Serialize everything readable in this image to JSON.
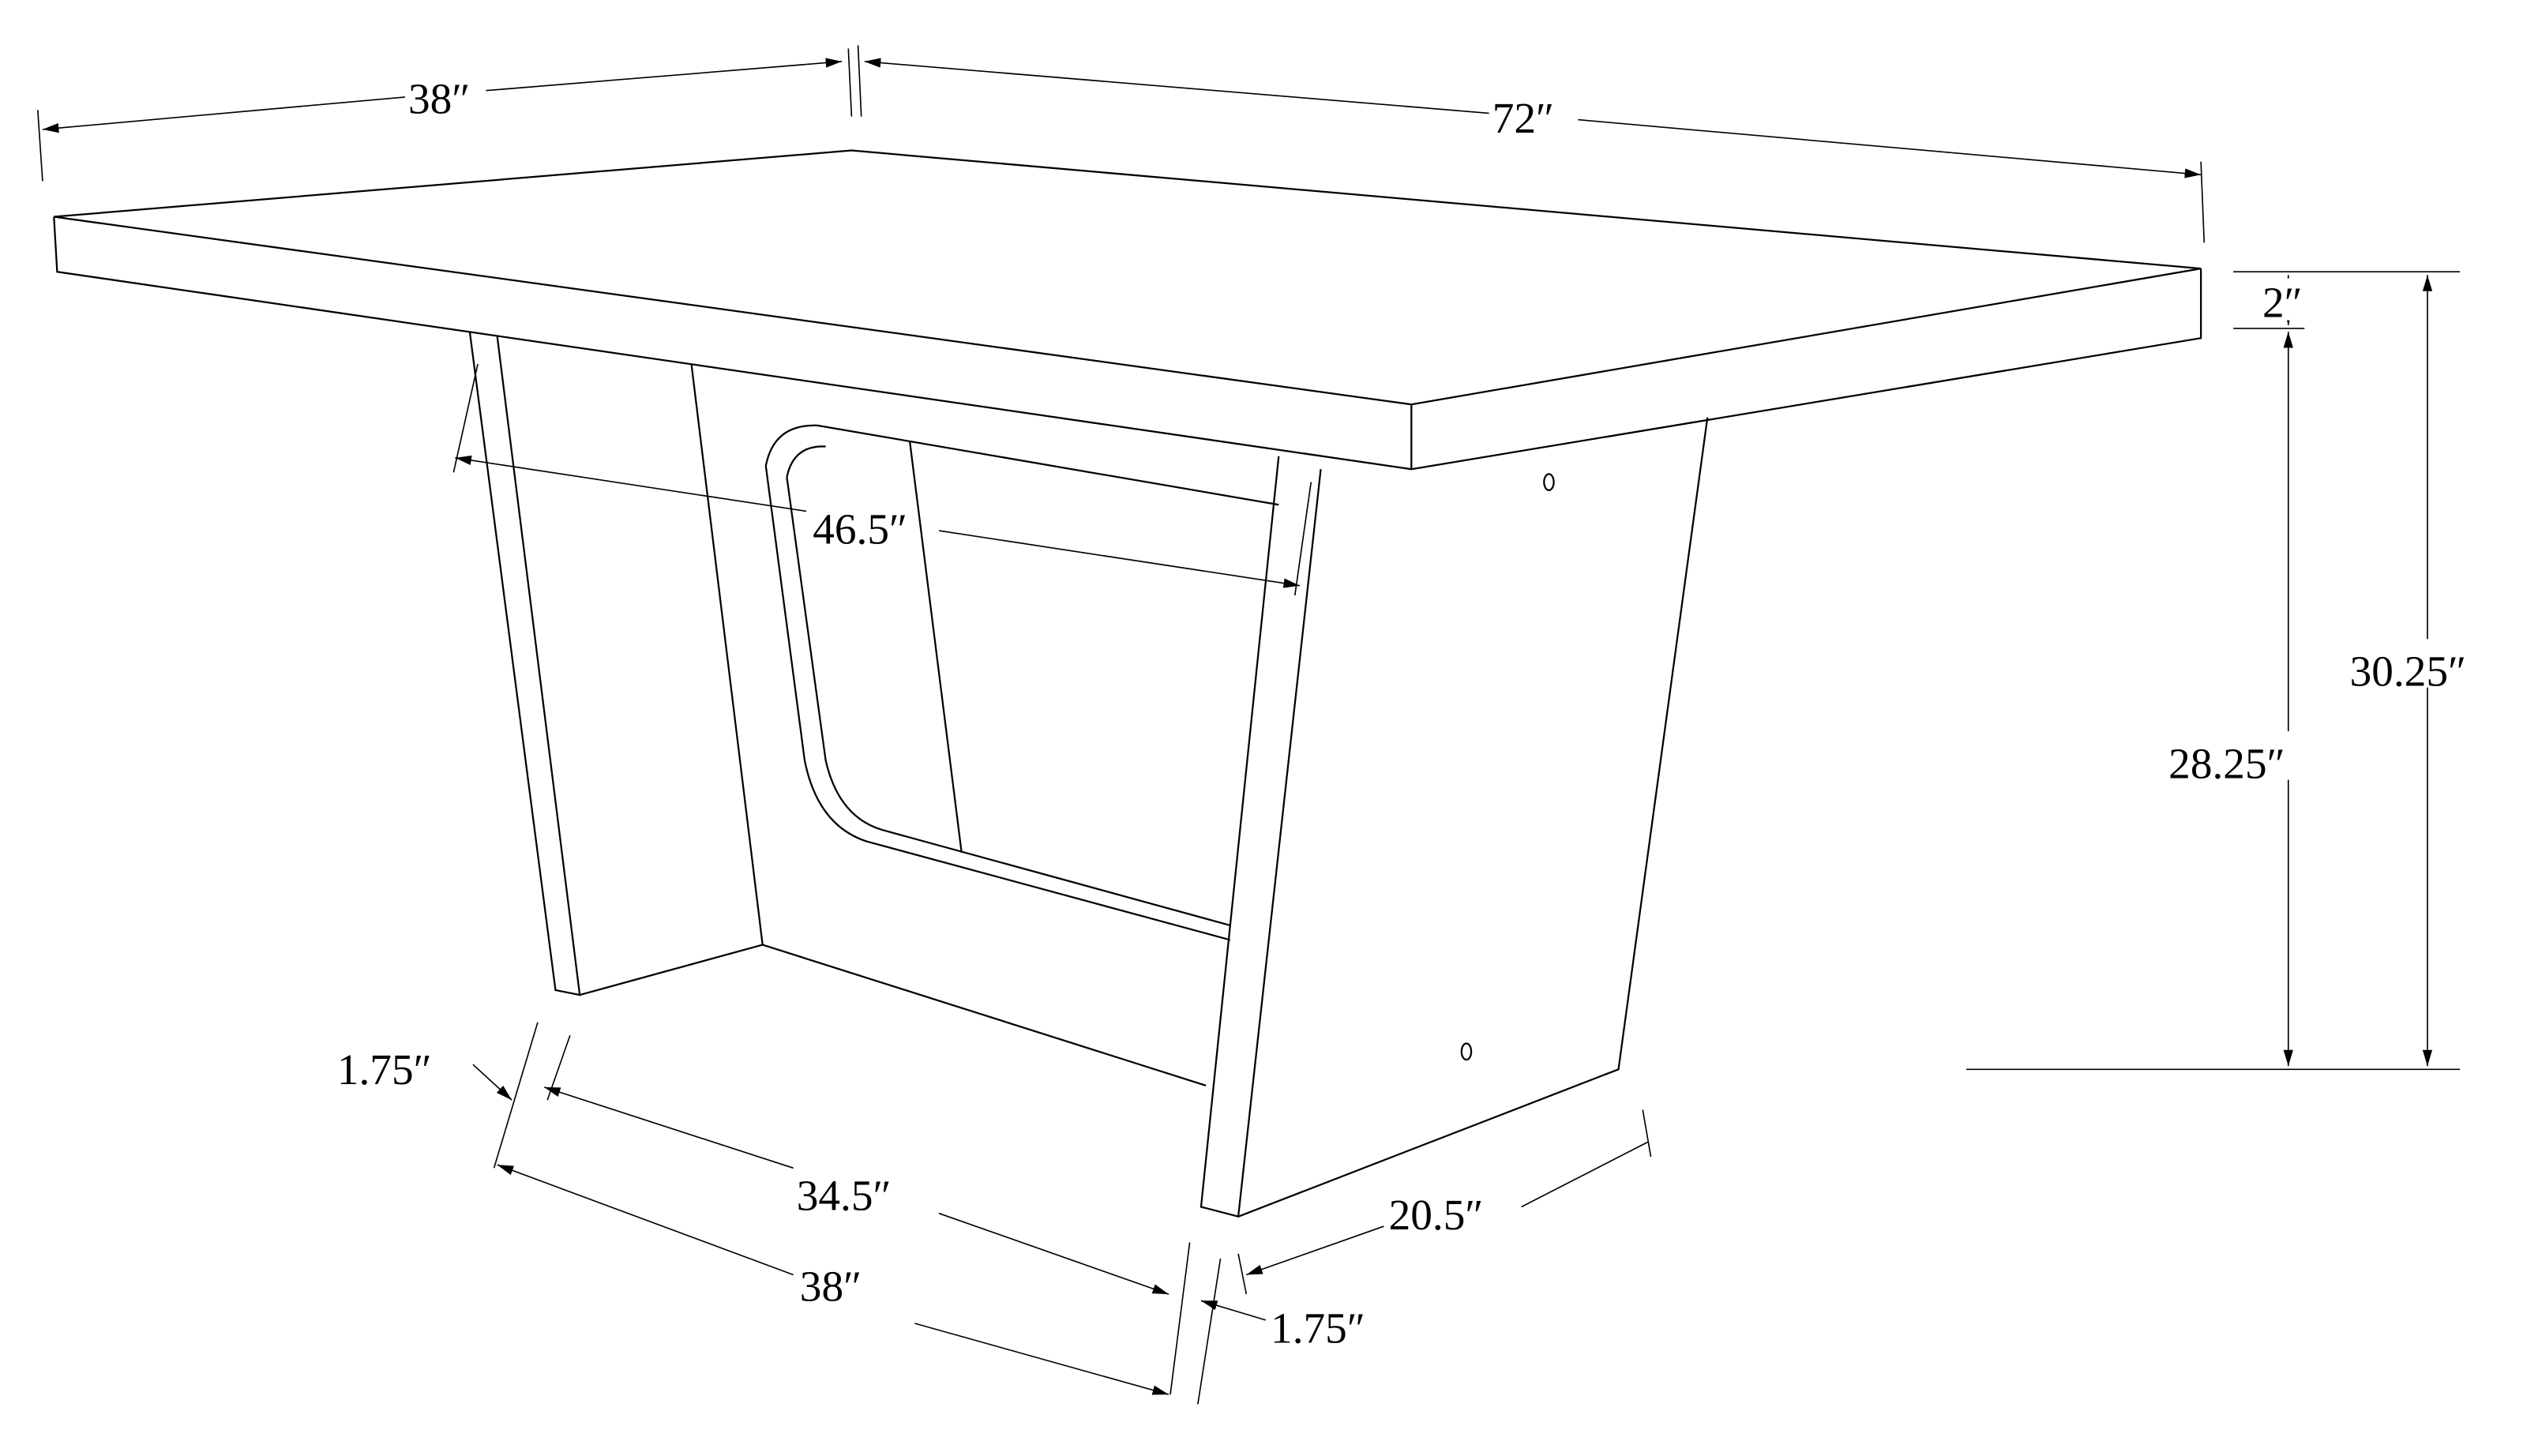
{
  "diagram": {
    "subject": "Rectangular dining table with trapezoid pedestal base",
    "dimensions": {
      "top_depth": "38″",
      "top_length": "72″",
      "top_thickness": "2″",
      "overall_height": "30.25″",
      "base_height": "28.25″",
      "base_inner_span": "46.5″",
      "base_depth_inner": "34.5″",
      "base_depth_outer": "38″",
      "panel_thickness_left": "1.75″",
      "panel_thickness_right": "1.75″",
      "foot_width": "20.5″"
    },
    "colors": {
      "line": "#000000",
      "background": "#ffffff"
    }
  }
}
